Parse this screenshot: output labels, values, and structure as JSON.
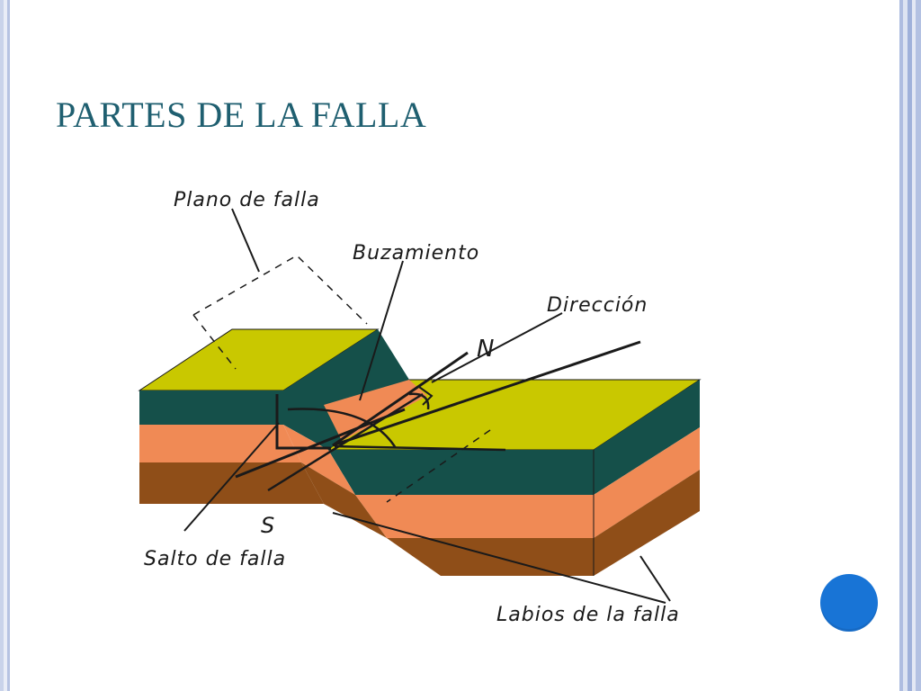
{
  "slide": {
    "title": "PARTES DE LA FALLA"
  },
  "diagram": {
    "labels": {
      "plano": "Plano de falla",
      "buzamiento": "Buzamiento",
      "direccion": "Dirección",
      "norte": "N",
      "s": "S",
      "salto": "Salto de falla",
      "labios": "Labios de la falla"
    },
    "colors": {
      "top_surface": "#c9c800",
      "dark_teal": "#15504a",
      "salmon": "#f08a55",
      "brown": "#8f4e18",
      "accent_circle": "#1874d6"
    }
  }
}
